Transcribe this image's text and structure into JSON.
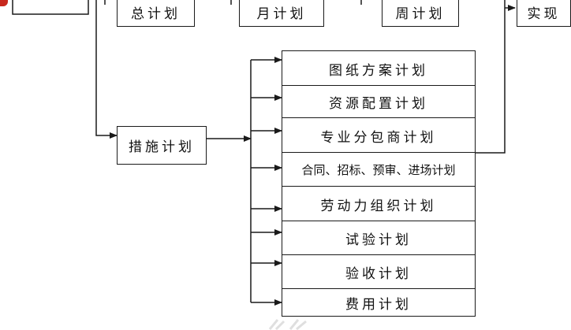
{
  "top_row": {
    "total_plan": "总计划",
    "monthly_plan": "月计划",
    "weekly_plan": "周计划",
    "realize": "实现"
  },
  "measures_plan": "措施计划",
  "sub_plans": [
    "图纸方案计划",
    "资源配置计划",
    "专业分包商计划",
    "合同、招标、预审、进场计划",
    "劳动力组织计划",
    "试验计划",
    "验收计划",
    "费用计划"
  ],
  "colors": {
    "line": "#1a1a1a",
    "logo_accent": "#c8281e"
  }
}
